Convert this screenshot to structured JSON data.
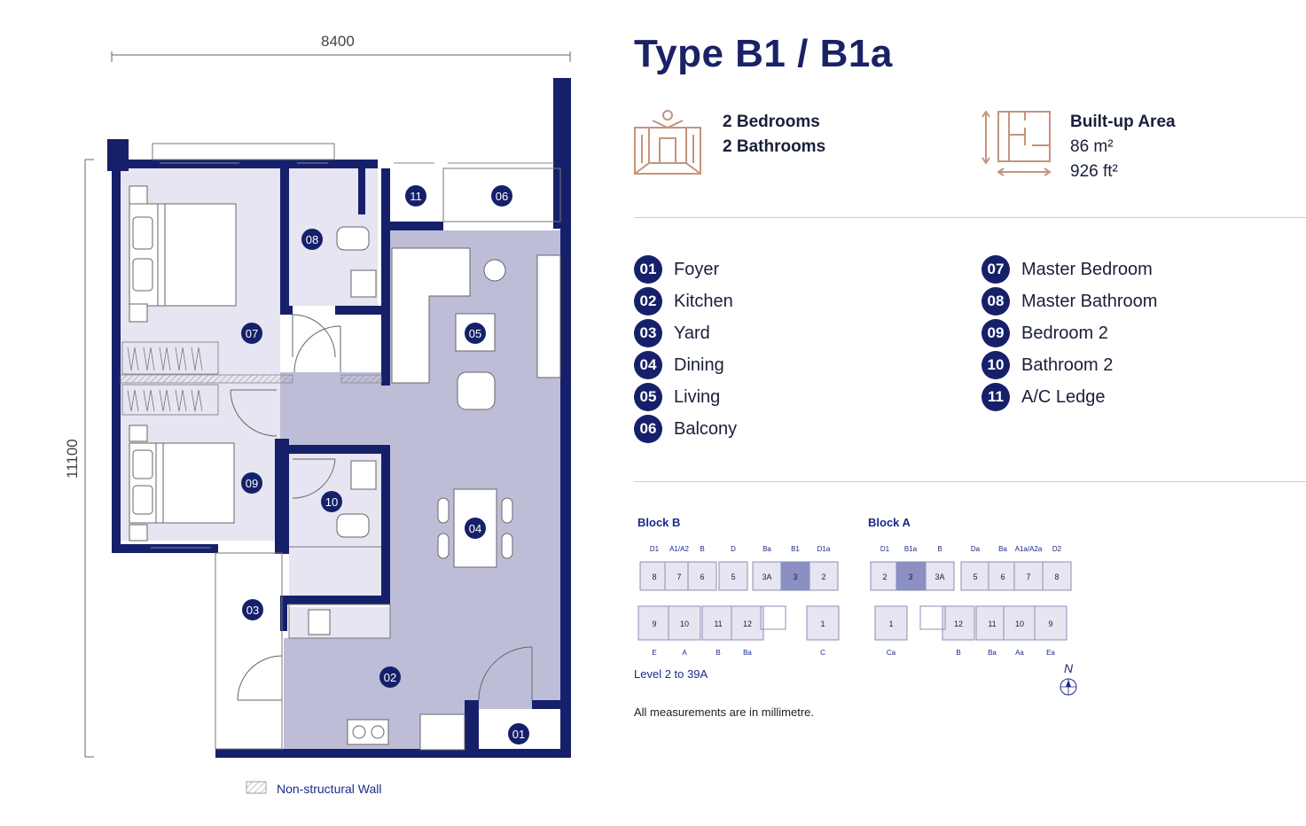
{
  "title": "Type B1 / B1a",
  "dimensions": {
    "width_label": "8400",
    "height_label": "11100"
  },
  "features": {
    "bedrooms": "2 Bedrooms",
    "bathrooms": "2 Bathrooms",
    "area_label": "Built-up Area",
    "area_m2": "86 m²",
    "area_ft2": "926 ft²"
  },
  "legend_left": [
    {
      "num": "01",
      "label": "Foyer"
    },
    {
      "num": "02",
      "label": "Kitchen"
    },
    {
      "num": "03",
      "label": "Yard"
    },
    {
      "num": "04",
      "label": "Dining"
    },
    {
      "num": "05",
      "label": "Living"
    },
    {
      "num": "06",
      "label": "Balcony"
    }
  ],
  "legend_right": [
    {
      "num": "07",
      "label": "Master Bedroom"
    },
    {
      "num": "08",
      "label": "Master Bathroom"
    },
    {
      "num": "09",
      "label": "Bedroom 2"
    },
    {
      "num": "10",
      "label": "Bathroom 2"
    },
    {
      "num": "11",
      "label": "A/C Ledge"
    }
  ],
  "plan_badges": [
    "01",
    "02",
    "03",
    "04",
    "05",
    "06",
    "07",
    "08",
    "09",
    "10",
    "11"
  ],
  "non_structural": "Non-structural Wall",
  "block_b": {
    "title": "Block B",
    "top_types": [
      "D1",
      "A1/A2",
      "B",
      "D",
      "Ba",
      "B1",
      "D1a"
    ],
    "top_units": [
      "8",
      "7",
      "6",
      "5",
      "3A",
      "3",
      "2"
    ],
    "bottom_units": [
      "9",
      "10",
      "11",
      "12",
      "1"
    ],
    "bottom_types": [
      "E",
      "A",
      "B",
      "Ba",
      "C"
    ],
    "level": "Level 2 to 39A"
  },
  "block_a": {
    "title": "Block A",
    "top_types": [
      "D1",
      "B1a",
      "B",
      "Da",
      "Ba",
      "A1a/A2a",
      "D2"
    ],
    "top_units": [
      "2",
      "3",
      "3A",
      "5",
      "6",
      "7",
      "8"
    ],
    "bottom_units": [
      "1",
      "12",
      "11",
      "10",
      "9"
    ],
    "bottom_types": [
      "Ca",
      "B",
      "Ba",
      "Aa",
      "Ea"
    ]
  },
  "north": "N",
  "measure_note": "All measurements are in millimetre.",
  "colors": {
    "navy": "#16206a",
    "accent": "#c4957a",
    "room": "#bdbdd8",
    "room_light": "#e6e5f1",
    "highlight": "#8b8fc4"
  }
}
